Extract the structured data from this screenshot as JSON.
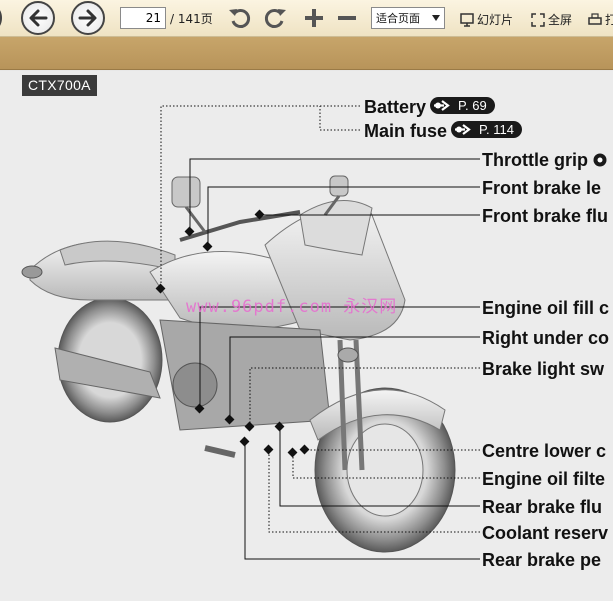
{
  "toolbar": {
    "page_current": "21",
    "page_total": "/ 141页",
    "zoom_option": "适合页面",
    "slideshow_label": "幻灯片",
    "fullscreen_label": "全屏",
    "print_partial": "打"
  },
  "document": {
    "model": "CTX700A",
    "watermark": "www.96pdf.com 永汉网",
    "labels": [
      {
        "text": "Battery",
        "ref": "P. 69"
      },
      {
        "text": "Main fuse",
        "ref": "P. 114"
      },
      {
        "text": "Throttle grip",
        "ref": ""
      },
      {
        "text": "Front brake le",
        "ref": ""
      },
      {
        "text": "Front brake flu",
        "ref": ""
      },
      {
        "text": "Engine oil fill c",
        "ref": ""
      },
      {
        "text": "Right under co",
        "ref": ""
      },
      {
        "text": "Brake light sw",
        "ref": ""
      },
      {
        "text": "Centre lower c",
        "ref": ""
      },
      {
        "text": "Engine oil filte",
        "ref": ""
      },
      {
        "text": "Rear brake flu",
        "ref": ""
      },
      {
        "text": "Coolant reserv",
        "ref": ""
      },
      {
        "text": "Rear brake pe",
        "ref": ""
      }
    ]
  },
  "icons": [
    "back-arrow-icon",
    "forward-arrow-icon",
    "rotate-left-icon",
    "rotate-right-icon",
    "zoom-in-icon",
    "zoom-out-icon",
    "slideshow-icon",
    "fullscreen-icon",
    "print-icon"
  ]
}
